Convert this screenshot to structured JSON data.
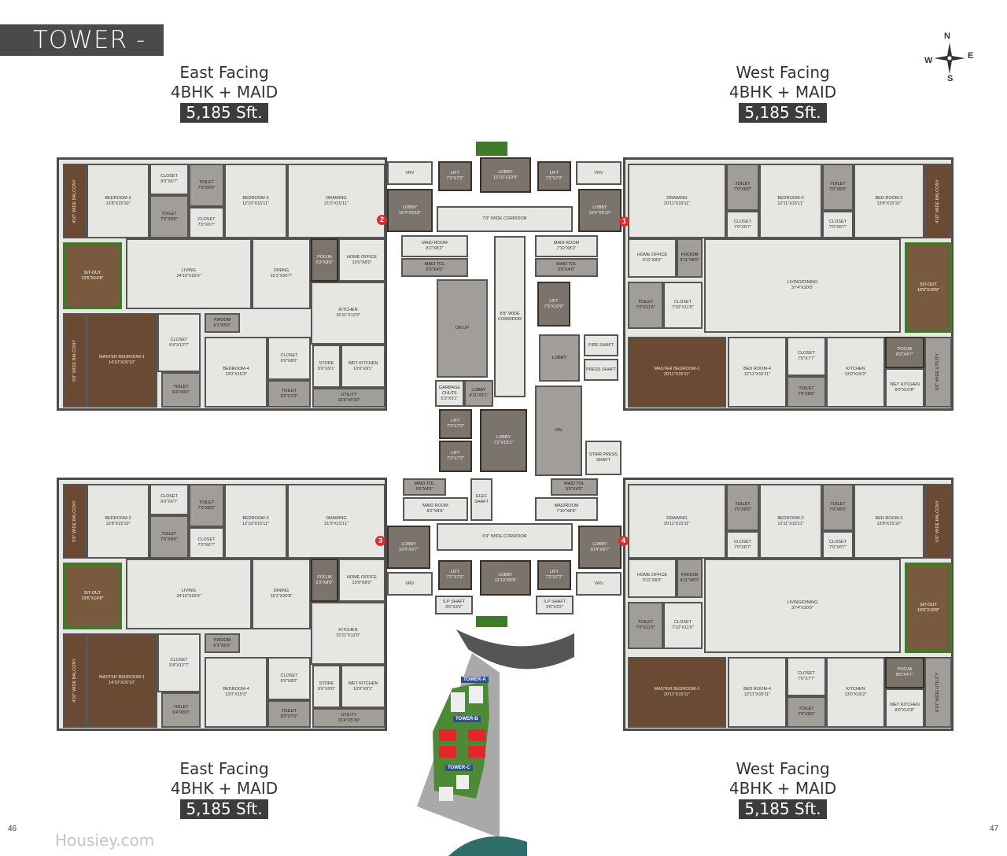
{
  "title": "TOWER - B",
  "compass": {
    "n": "N",
    "e": "E",
    "s": "S",
    "w": "W"
  },
  "headings": [
    {
      "facing": "East Facing",
      "type": "4BHK + MAID",
      "area": "5,185 Sft."
    },
    {
      "facing": "West Facing",
      "type": "4BHK + MAID",
      "area": "5,185 Sft."
    },
    {
      "facing": "East Facing",
      "type": "4BHK + MAID",
      "area": "5,185 Sft."
    },
    {
      "facing": "West Facing",
      "type": "4BHK + MAID",
      "area": "5,185 Sft."
    }
  ],
  "units": [
    {
      "marker": "2",
      "rooms": [
        {
          "name": "4'10\" WIDE BALCONY",
          "size": ""
        },
        {
          "name": "BEDROOM-2",
          "size": "13'8\"X15'10\""
        },
        {
          "name": "CLOSET",
          "size": "9'0\"X6'7\""
        },
        {
          "name": "TOILET",
          "size": "7'0\"X9'0\""
        },
        {
          "name": "TOILET",
          "size": "7'0\"X9'0\""
        },
        {
          "name": "CLOSET",
          "size": "7'0\"X6'7\""
        },
        {
          "name": "BEDROOM-3",
          "size": "12'10\"X15'11\""
        },
        {
          "name": "DRAWING",
          "size": "21'0\"X15'11\""
        },
        {
          "name": "SIT-OUT",
          "size": "13'6\"X14'8\""
        },
        {
          "name": "LIVING",
          "size": "24'10\"X15'0\""
        },
        {
          "name": "DINING",
          "size": "15'1\"X20'7\""
        },
        {
          "name": "POOJA",
          "size": "5'3\"X8'0\""
        },
        {
          "name": "HOME OFFICE",
          "size": "10'0\"X8'0\""
        },
        {
          "name": "KITCHEN",
          "size": "15'11\"X12'0\""
        },
        {
          "name": "5'6\" WIDE BALCONY",
          "size": ""
        },
        {
          "name": "MASTER BEDROOM-1",
          "size": "14'10\"X20'10\""
        },
        {
          "name": "CLOSET",
          "size": "9'4\"X12'7\""
        },
        {
          "name": "TOILET",
          "size": "9'4\"X8'0\""
        },
        {
          "name": "P.ROOM",
          "size": "6'1\"X5'0\""
        },
        {
          "name": "BEDROOM-4",
          "size": "13'0\"X15'3\""
        },
        {
          "name": "CLOSET",
          "size": "9'0\"X8'0\""
        },
        {
          "name": "TOILET",
          "size": "9'0\"X7'0\""
        },
        {
          "name": "STORE",
          "size": "5'0\"X9'1\""
        },
        {
          "name": "WET KITCHEN",
          "size": "10'0\"X9'1\""
        },
        {
          "name": "UTILITY",
          "size": "15'4\"X5'10\""
        }
      ]
    },
    {
      "marker": "1",
      "rooms": [
        {
          "name": "DRAWING",
          "size": "20'11\"X15'11\""
        },
        {
          "name": "TOILET",
          "size": "7'0\"X8'0\""
        },
        {
          "name": "CLOSET",
          "size": "7'0\"X6'7\""
        },
        {
          "name": "BEDROOM-2",
          "size": "12'11\"X15'11\""
        },
        {
          "name": "TOILET",
          "size": "7'0\"X8'0\""
        },
        {
          "name": "CLOSET",
          "size": "7'0\"X6'7\""
        },
        {
          "name": "BED ROOM-3",
          "size": "13'8\"X15'10\""
        },
        {
          "name": "4'10\" WIDE BALCONY",
          "size": ""
        },
        {
          "name": "HOME OFFICE",
          "size": "9'11\"X8'0\""
        },
        {
          "name": "P.ROOM",
          "size": "4'11\"X8'0\""
        },
        {
          "name": "TOILET",
          "size": "7'0\"X11'5\""
        },
        {
          "name": "CLOSET",
          "size": "7'10\"X11'5\""
        },
        {
          "name": "LIVING/DINING",
          "size": "37'4\"X20'0\""
        },
        {
          "name": "SIT-OUT",
          "size": "10'6\"X19'8\""
        },
        {
          "name": "MASTER BEDROOM-1",
          "size": "20'11\"X15'11\""
        },
        {
          "name": "BED ROOM-4",
          "size": "12'11\"X15'11\""
        },
        {
          "name": "CLOSET",
          "size": "7'0\"X7'7\""
        },
        {
          "name": "TOILET",
          "size": "7'0\"X8'0\""
        },
        {
          "name": "KITCHEN",
          "size": "13'0\"X16'2\""
        },
        {
          "name": "POOJA",
          "size": "8'0\"X4'7\""
        },
        {
          "name": "WET KITCHEN",
          "size": "8'0\"X10'8\""
        },
        {
          "name": "5'6\" WIDE UTILITY",
          "size": ""
        }
      ]
    },
    {
      "marker": "3",
      "rooms": [
        {
          "name": "5'6\" WIDE BALCONY",
          "size": ""
        },
        {
          "name": "BEDROOM-2",
          "size": "13'8\"X15'10\""
        },
        {
          "name": "CLOSET",
          "size": "9'0\"X6'7\""
        },
        {
          "name": "TOILET",
          "size": "7'0\"X9'0\""
        },
        {
          "name": "TOILET",
          "size": "7'0\"X8'0\""
        },
        {
          "name": "CLOSET",
          "size": "7'0\"X6'7\""
        },
        {
          "name": "BEDROOM-3",
          "size": "12'10\"X15'11\""
        },
        {
          "name": "DRAWING",
          "size": "21'0\"X15'11\""
        },
        {
          "name": "SIT-OUT",
          "size": "13'6\"X14'8\""
        },
        {
          "name": "LIVING",
          "size": "24'10\"X15'0\""
        },
        {
          "name": "DINING",
          "size": "15'1\"X20'8\""
        },
        {
          "name": "POOJA",
          "size": "5'3\"X8'0\""
        },
        {
          "name": "HOME OFFICE",
          "size": "10'0\"X8'0\""
        },
        {
          "name": "KITCHEN",
          "size": "15'11\"X12'0\""
        },
        {
          "name": "4'10\" WIDE BALCONY",
          "size": ""
        },
        {
          "name": "MASTER BEDROOM-1",
          "size": "14'10\"X20'10\""
        },
        {
          "name": "CLOSET",
          "size": "9'4\"X12'7\""
        },
        {
          "name": "TOILET",
          "size": "9'4\"X8'0\""
        },
        {
          "name": "P.ROOM",
          "size": "6'1\"X5'0\""
        },
        {
          "name": "BEDROOM-4",
          "size": "13'0\"X15'3\""
        },
        {
          "name": "CLOSET",
          "size": "9'0\"X8'0\""
        },
        {
          "name": "TOILET",
          "size": "9'0\"X7'0\""
        },
        {
          "name": "STORE",
          "size": "5'0\"X9'0\""
        },
        {
          "name": "WET KITCHEN",
          "size": "10'0\"X9'1\""
        },
        {
          "name": "UTILITY",
          "size": "15'4\"X5'10\""
        }
      ]
    },
    {
      "marker": "4",
      "rooms": [
        {
          "name": "DRAWING",
          "size": "20'11\"X15'11\""
        },
        {
          "name": "TOILET",
          "size": "7'0\"X8'0\""
        },
        {
          "name": "CLOSET",
          "size": "7'0\"X6'7\""
        },
        {
          "name": "BEDROOM-2",
          "size": "12'11\"X15'11\""
        },
        {
          "name": "TOILET",
          "size": "7'0\"X8'0\""
        },
        {
          "name": "CLOSET",
          "size": "7'0\"X6'7\""
        },
        {
          "name": "BED ROOM-3",
          "size": "13'8\"X15'10\""
        },
        {
          "name": "5'6\" WIDE BALCONY",
          "size": ""
        },
        {
          "name": "HOME OFFICE",
          "size": "9'11\"X8'0\""
        },
        {
          "name": "P.ROOM",
          "size": "4'11\"X8'0\""
        },
        {
          "name": "TOILET",
          "size": "7'0\"X11'5\""
        },
        {
          "name": "CLOSET",
          "size": "7'10\"X11'5\""
        },
        {
          "name": "LIVING/DINING",
          "size": "37'4\"X20'0\""
        },
        {
          "name": "SIT-OUT",
          "size": "10'6\"X19'8\""
        },
        {
          "name": "MASTER BEDROOM-1",
          "size": "20'11\"X15'11\""
        },
        {
          "name": "BED ROOM-4",
          "size": "12'11\"X15'11\""
        },
        {
          "name": "CLOSET",
          "size": "7'0\"X7'7\""
        },
        {
          "name": "TOILET",
          "size": "7'0\"X8'0\""
        },
        {
          "name": "KITCHEN",
          "size": "13'0\"X16'2\""
        },
        {
          "name": "POOJA",
          "size": "8'0\"X4'7\""
        },
        {
          "name": "WET KITCHEN",
          "size": "8'0\"X10'8\""
        },
        {
          "name": "4'10\" WIDE UTILITY",
          "size": ""
        }
      ]
    }
  ],
  "core": [
    {
      "name": "VRV",
      "size": ""
    },
    {
      "name": "VRV",
      "size": ""
    },
    {
      "name": "LIFT",
      "size": "7'2\"X7'2\""
    },
    {
      "name": "LOBBY",
      "size": "12'10\"X10'9\""
    },
    {
      "name": "LIFT",
      "size": "7'2\"X7'2\""
    },
    {
      "name": "LOBBY",
      "size": "10'4\"X9'10\""
    },
    {
      "name": "LOBBY",
      "size": "10'4\"X9'10\""
    },
    {
      "name": "7'0\" WIDE CORRIDOR",
      "size": ""
    },
    {
      "name": "MAID ROOM",
      "size": "8'2\"X8'2\""
    },
    {
      "name": "MAID TOL",
      "size": "5'6\"X4'0\""
    },
    {
      "name": "MAID ROOM",
      "size": "7'10\"X8'2\""
    },
    {
      "name": "MAID TOL",
      "size": "5'6\"X4'0\""
    },
    {
      "name": "DN    UP",
      "size": ""
    },
    {
      "name": "8'8\" WIDE CORRIDOR",
      "size": ""
    },
    {
      "name": "LIFT",
      "size": "7'6\"X10'0\""
    },
    {
      "name": "LOBBY",
      "size": ""
    },
    {
      "name": "FIRE SHAFT",
      "size": ""
    },
    {
      "name": "PRESS SHAFT",
      "size": ""
    },
    {
      "name": "GARBAGE CHUTE",
      "size": "5'3\"X5'1\""
    },
    {
      "name": "LOBBY",
      "size": "4'11\"X5'1\""
    },
    {
      "name": "LIFT",
      "size": "7'2\"X7'2\""
    },
    {
      "name": "LIFT",
      "size": "7'2\"X7'2\""
    },
    {
      "name": "LOBBY",
      "size": "7'2\"X15'1\""
    },
    {
      "name": "DN",
      "size": ""
    },
    {
      "name": "STAIR PRESS SHAFT",
      "size": ""
    },
    {
      "name": "MAID TOL",
      "size": "5'6\"X4'0\""
    },
    {
      "name": "MAID ROOM",
      "size": "8'2\"X8'6\""
    },
    {
      "name": "ELEC SHAFT",
      "size": ""
    },
    {
      "name": "MAID TOL",
      "size": "5'6\"X4'0\""
    },
    {
      "name": "MAIDROOM",
      "size": "7'10\"X8'6\""
    },
    {
      "name": "6'9\" WIDE CORRIDOR",
      "size": ""
    },
    {
      "name": "LOBBY",
      "size": "10'4\"X9'7\""
    },
    {
      "name": "LOBBY",
      "size": "10'4\"X9'7\""
    },
    {
      "name": "LIFT",
      "size": "7'2\"X7'2\""
    },
    {
      "name": "LOBBY",
      "size": "12'10\"X8'6\""
    },
    {
      "name": "LIFT",
      "size": "7'2\"X7'2\""
    },
    {
      "name": "VRV",
      "size": ""
    },
    {
      "name": "VRV",
      "size": ""
    },
    {
      "name": "S.P SHAFT",
      "size": "3'6\"X3'2\""
    },
    {
      "name": "S.P SHAFT",
      "size": "3'6\"X3'2\""
    }
  ],
  "site_plan": {
    "towers": [
      "TOWER-A",
      "TOWER-B",
      "TOWER-C"
    ],
    "highlight_color": "#e3262b"
  },
  "watermark": "Housiey.com",
  "pages": {
    "left": "46",
    "right": "47"
  },
  "colors": {
    "marker": "#d9302a",
    "title_bar": "#4a4a4a"
  }
}
